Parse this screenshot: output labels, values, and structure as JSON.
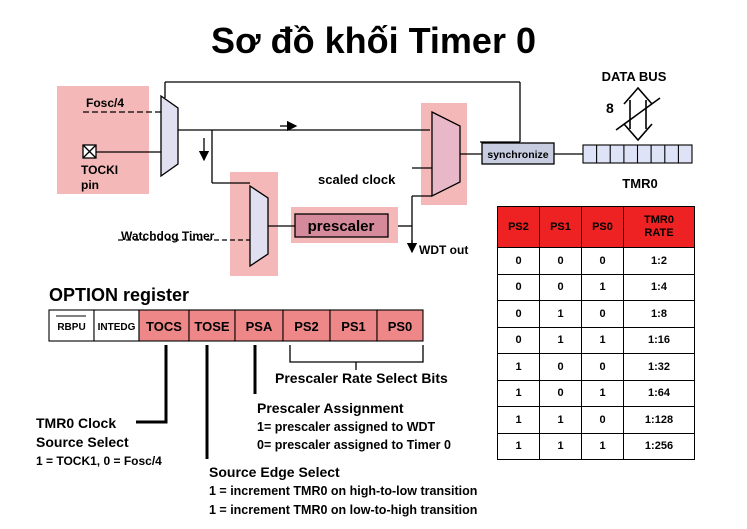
{
  "title": "Sơ đồ khối Timer 0",
  "labels": {
    "fosc4": "Fosc/4",
    "tocki": "TOCKI",
    "pin": "pin",
    "data_bus": "DATA BUS",
    "bus_width": "8",
    "synchronize": "synchronize",
    "tmr0": "TMR0",
    "scaled_clock": "scaled clock",
    "prescaler": "prescaler",
    "watchdog_timer": "Watchdog Timer",
    "wdt_out": "WDT out"
  },
  "option_register": {
    "title": "OPTION register",
    "bits": [
      "RBPU",
      "INTEDG",
      "TOCS",
      "TOSE",
      "PSA",
      "PS2",
      "PS1",
      "PS0"
    ]
  },
  "annotations": {
    "rate_select": "Prescaler Rate Select Bits",
    "assignment_title": "Prescaler Assignment",
    "assignment_1": "1= prescaler assigned to WDT",
    "assignment_0": "0= prescaler assigned to Timer 0",
    "clock_title_1": "TMR0 Clock",
    "clock_title_2": "Source Select",
    "clock_desc": "1 = TOCK1, 0 = Fosc/4",
    "edge_title": "Source Edge Select",
    "edge_1": "1 = increment TMR0 on high-to-low transition",
    "edge_0": "1 = increment TMR0 on low-to-high transition"
  },
  "rate_table": {
    "headers": [
      "PS2",
      "PS1",
      "PS0",
      "TMR0 RATE"
    ],
    "rows": [
      [
        "0",
        "0",
        "0",
        "1:2"
      ],
      [
        "0",
        "0",
        "1",
        "1:4"
      ],
      [
        "0",
        "1",
        "0",
        "1:8"
      ],
      [
        "0",
        "1",
        "1",
        "1:16"
      ],
      [
        "1",
        "0",
        "0",
        "1:32"
      ],
      [
        "1",
        "0",
        "1",
        "1:64"
      ],
      [
        "1",
        "1",
        "0",
        "1:128"
      ],
      [
        "1",
        "1",
        "1",
        "1:256"
      ]
    ]
  },
  "colors": {
    "highlight": "#f4b8b8",
    "mux_fill": "#e0e0f0",
    "register_red": "#ee8888",
    "table_header": "#ee2222",
    "sync_fill": "#c8cce0"
  }
}
